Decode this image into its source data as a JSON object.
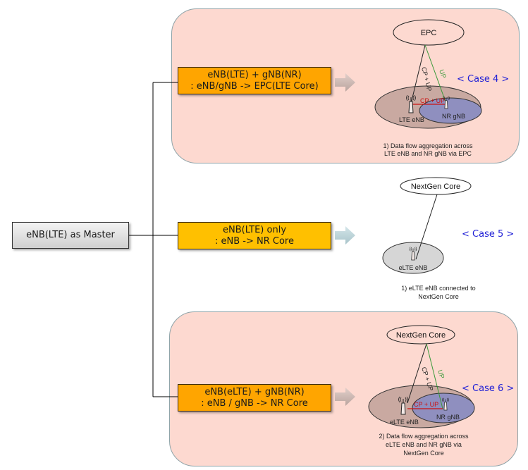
{
  "root": {
    "label": "eNB(LTE) as Master"
  },
  "options": [
    {
      "line1": "eNB(LTE) + gNB(NR)",
      "line2": ": eNB/gNB -> EPC(LTE Core)",
      "box_color": "#ffa500",
      "arrow_color": "#cdb4ae",
      "case_label": "< Case 4 >",
      "core_label": "EPC",
      "master_node": "LTE eNB",
      "secondary_node": "NR gNB",
      "link_master_core": "CP + UP",
      "link_secondary_core": "UP",
      "link_between_nodes": "CP + UP",
      "caption": [
        "1) Data flow aggregation across",
        "LTE eNB and NR gNB via EPC"
      ]
    },
    {
      "line1": "eNB(LTE) only",
      "line2": ": eNB -> NR Core",
      "box_color": "#ffc000",
      "arrow_color": "#b9d3d8",
      "case_label": "< Case 5 >",
      "core_label": "NextGen Core",
      "master_node": "eLTE eNB",
      "caption": [
        "1) eLTE eNB connected to",
        "NextGen Core"
      ]
    },
    {
      "line1": "eNB(eLTE) + gNB(NR)",
      "line2": ": eNB / gNB -> NR Core",
      "box_color": "#ffa500",
      "arrow_color": "#cdb4ae",
      "case_label": "< Case 6 >",
      "core_label": "NextGen Core",
      "master_node": "eLTE eNB",
      "secondary_node": "NR gNB",
      "link_master_core": "CP + UP",
      "link_secondary_core": "UP",
      "link_between_nodes": "CP + UP",
      "caption": [
        "2) Data flow aggregation across",
        "eLTE eNB and NR gNB via",
        "NextGen Core"
      ]
    }
  ],
  "colors": {
    "panel_bg": "#fdd9d0",
    "case_text": "#1f1fd6",
    "cp_up_link": "#cc1111",
    "up_link": "#3a9a3a",
    "master_coverage": "#c9a9a1",
    "secondary_coverage": "#8f8fbf",
    "standalone_coverage": "#d6d6d6"
  }
}
